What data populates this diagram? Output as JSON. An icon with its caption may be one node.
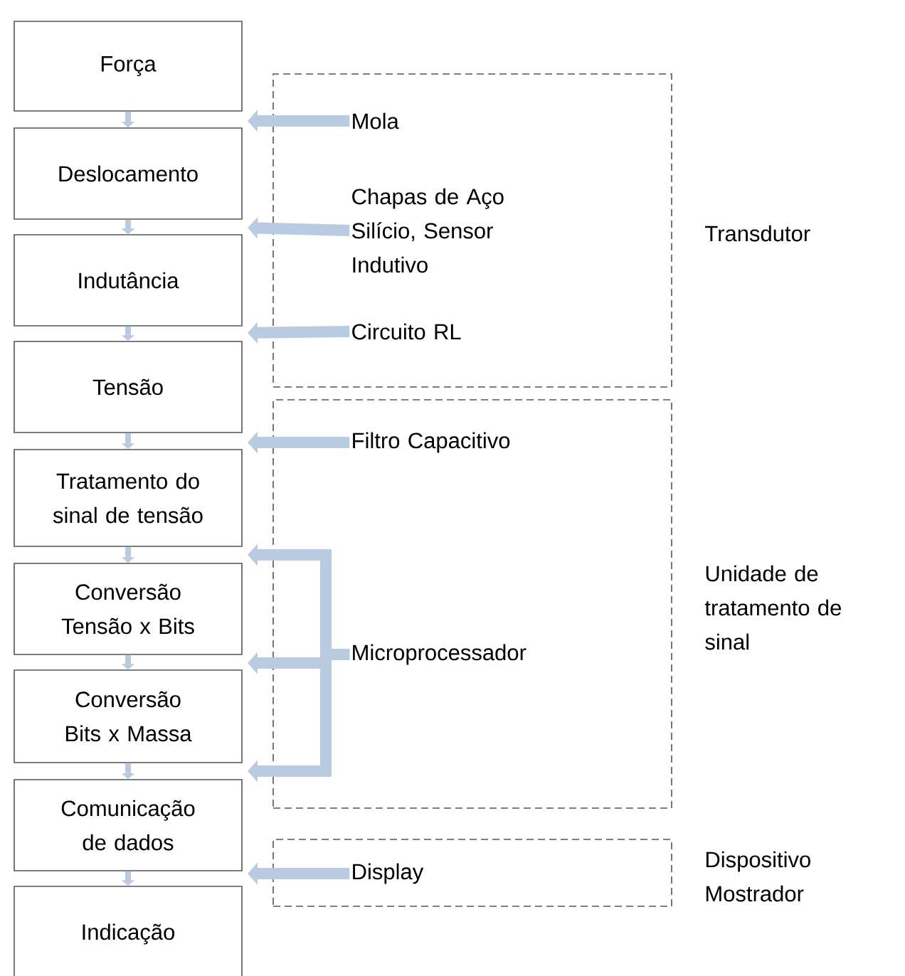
{
  "diagram": {
    "nodes": [
      {
        "text": [
          "Força"
        ]
      },
      {
        "text": [
          "Deslocamento"
        ]
      },
      {
        "text": [
          "Indutância"
        ]
      },
      {
        "text": [
          "Tensão"
        ]
      },
      {
        "text": [
          "Tratamento do sinal de tensão"
        ]
      },
      {
        "text": [
          "Conversão Tensão x Bits"
        ]
      },
      {
        "text": [
          "Conversão Bits x Massa"
        ]
      },
      {
        "text": [
          "Comunicação de dados"
        ]
      },
      {
        "text": [
          "Indicação"
        ]
      },
      {
        "text": [
          "Transdutor"
        ]
      },
      {
        "text": [
          "Mola"
        ],
        "in": 9
      },
      {
        "text": [
          "Chapas de Aço Silício, Sensor Indutivo"
        ],
        "in": 9
      },
      {
        "text": [
          "Circuito RL"
        ],
        "in": 9
      },
      {
        "text": [
          "Unidade de tratamento de sinal"
        ]
      },
      {
        "text": [
          "Filtro Capacitivo"
        ],
        "in": 13
      },
      {
        "text": [
          "Microprocessador"
        ],
        "in": 13
      },
      {
        "text": [
          "Dispositivo Mostrador"
        ]
      },
      {
        "text": [
          "Display"
        ],
        "in": 16
      }
    ],
    "edges": [
      {
        "from": 0,
        "to": 1,
        "arrow": "to"
      },
      {
        "from": 1,
        "to": 2,
        "arrow": "to"
      },
      {
        "from": 2,
        "to": 3,
        "arrow": "to"
      },
      {
        "from": 3,
        "to": 4,
        "arrow": "to"
      },
      {
        "from": 4,
        "to": 5,
        "arrow": "to"
      },
      {
        "from": 5,
        "to": 6,
        "arrow": "to"
      },
      {
        "from": 6,
        "to": 7,
        "arrow": "to"
      },
      {
        "from": 7,
        "to": 8,
        "arrow": "to"
      },
      {
        "from": 10,
        "to": 1,
        "arrow": "to",
        "style": "thick"
      },
      {
        "from": 11,
        "to": 2,
        "arrow": "to",
        "style": "thick"
      },
      {
        "from": 12,
        "to": 3,
        "arrow": "to",
        "style": "thick"
      },
      {
        "from": 14,
        "to": 4,
        "arrow": "to",
        "style": "thick"
      },
      {
        "from": 15,
        "to": 5,
        "arrow": "to",
        "style": "thick"
      },
      {
        "from": 15,
        "to": 6,
        "arrow": "to",
        "style": "thick"
      },
      {
        "from": 15,
        "to": 7,
        "arrow": "to",
        "style": "thick"
      },
      {
        "from": 17,
        "to": 8,
        "arrow": "to",
        "style": "thick"
      }
    ]
  }
}
